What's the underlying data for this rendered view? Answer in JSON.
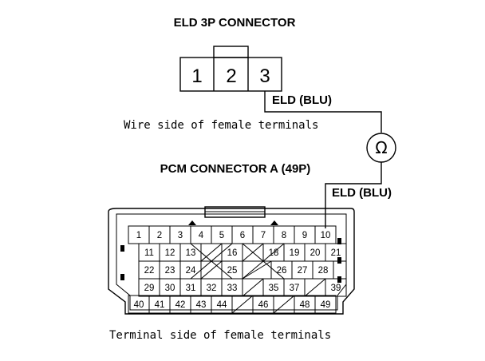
{
  "eld_connector": {
    "title": "ELD 3P CONNECTOR",
    "pins": [
      "1",
      "2",
      "3"
    ],
    "wire_label": "ELD (BLU)",
    "caption": "Wire side of female terminals"
  },
  "meter": {
    "symbol": "Ω"
  },
  "pcm_connector": {
    "title": "PCM CONNECTOR A (49P)",
    "wire_label": "ELD (BLU)",
    "caption": "Terminal side of female terminals",
    "rows": [
      [
        "1",
        "2",
        "3",
        "4",
        "5",
        "6",
        "7",
        "8",
        "9",
        "10"
      ],
      [
        "11",
        "12",
        "13",
        "",
        "16",
        "",
        "18",
        "19",
        "20",
        "21"
      ],
      [
        "22",
        "23",
        "24",
        "",
        "25",
        "",
        "26",
        "27",
        "28"
      ],
      [
        "29",
        "30",
        "31",
        "32",
        "33",
        "",
        "35",
        "37",
        "",
        "39"
      ],
      [
        "40",
        "41",
        "42",
        "43",
        "44",
        "",
        "46",
        "",
        "48",
        "49"
      ]
    ]
  }
}
